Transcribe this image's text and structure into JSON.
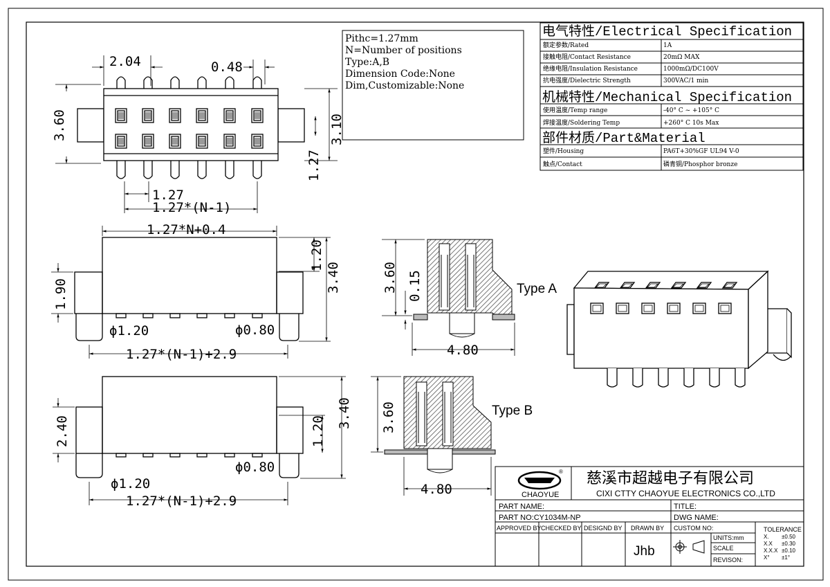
{
  "notes": [
    "Pithc=1.27mm",
    "N=Number of positions",
    "Type:A,B",
    "Dimension Code:None",
    "Dim,Customizable:None"
  ],
  "spec": {
    "electrical_title": "电气特性/Electrical Specification",
    "electrical_rows": [
      {
        "label": "额定参数/Rated",
        "value": "1A"
      },
      {
        "label": "接触电阻/Contact Resistance",
        "value": "20mΩ MAX"
      },
      {
        "label": "绝缘电阻/Insulation Resistance",
        "value": "1000mΩ/DC100V"
      },
      {
        "label": "抗电强度/Dielectric Strength",
        "value": "300VAC/1 min"
      }
    ],
    "mechanical_title": "机械特性/Mechanical Specification",
    "mechanical_rows": [
      {
        "label": "使用温度/Temp range",
        "value": "-40° C ~ +105° C"
      },
      {
        "label": "焊接温度/Soldering Temp",
        "value": "+260° C  10s Max"
      }
    ],
    "material_title": "部件材质/Part&Material",
    "material_rows": [
      {
        "label": "塑件/Housing",
        "value": "PA6T+30%GF  UL94  V-0"
      },
      {
        "label": "触点/Contact",
        "value": "磷青铜/Phosphor bronze"
      }
    ]
  },
  "dims": {
    "top_width": "2.04",
    "top_pin": "0.48",
    "top_height": "3.60",
    "top_inner": "3.10",
    "top_row": "1.27",
    "top_pitch": "1.27",
    "top_span": "1.27*(N-1)",
    "sa_width": "1.27*N+0.4",
    "sa_h1": "1.20",
    "sa_h2": "3.40",
    "sa_side": "1.90",
    "sa_d1": "ϕ1.20",
    "sa_d2": "ϕ0.80",
    "sa_span": "1.27*(N-1)+2.9",
    "ca_height": "3.60",
    "ca_thick": "0.15",
    "ca_width": "4.80",
    "cb_height": "3.60",
    "cb_width": "4.80",
    "sb_side": "2.40",
    "sb_h1": "1.20",
    "sb_h2": "3.40",
    "sb_d1": "ϕ1.20",
    "sb_d2": "ϕ0.80",
    "sb_span": "1.27*(N-1)+2.9"
  },
  "type_a": "Type A",
  "type_b": "Type B",
  "title_block": {
    "company_cn": "慈溪市超越电子有限公司",
    "company_en": "CIXI CTTY CHAOYUE ELECTRONICS CO.,LTD",
    "logo_text": "CHAOYUE",
    "part_name": "PART NAME:",
    "part_no": "PART NO:CY1034M-NP",
    "title": "TITLE:",
    "dwg_name": "DWG NAME:",
    "approved_by": "APPROVED BY",
    "checked_by": "CHECKED BY",
    "designed_by": "DESIGND BY",
    "drawn_by": "DRAWN BY",
    "drawer": "Jhb",
    "custom_no": "CUSTOM NO:",
    "units": "UNITS:mm",
    "scale": "SCALE",
    "revision": "REVISON:",
    "tolerance": "TOLERANCE",
    "tol_rows": [
      {
        "k": "X.",
        "v": "±0.50"
      },
      {
        "k": "X.X",
        "v": "±0.30"
      },
      {
        "k": "X.X.X",
        "v": "±0.10"
      },
      {
        "k": "X°",
        "v": "±1°"
      }
    ]
  },
  "colors": {
    "line": "#000000",
    "hatch": "#8a8a8a"
  }
}
